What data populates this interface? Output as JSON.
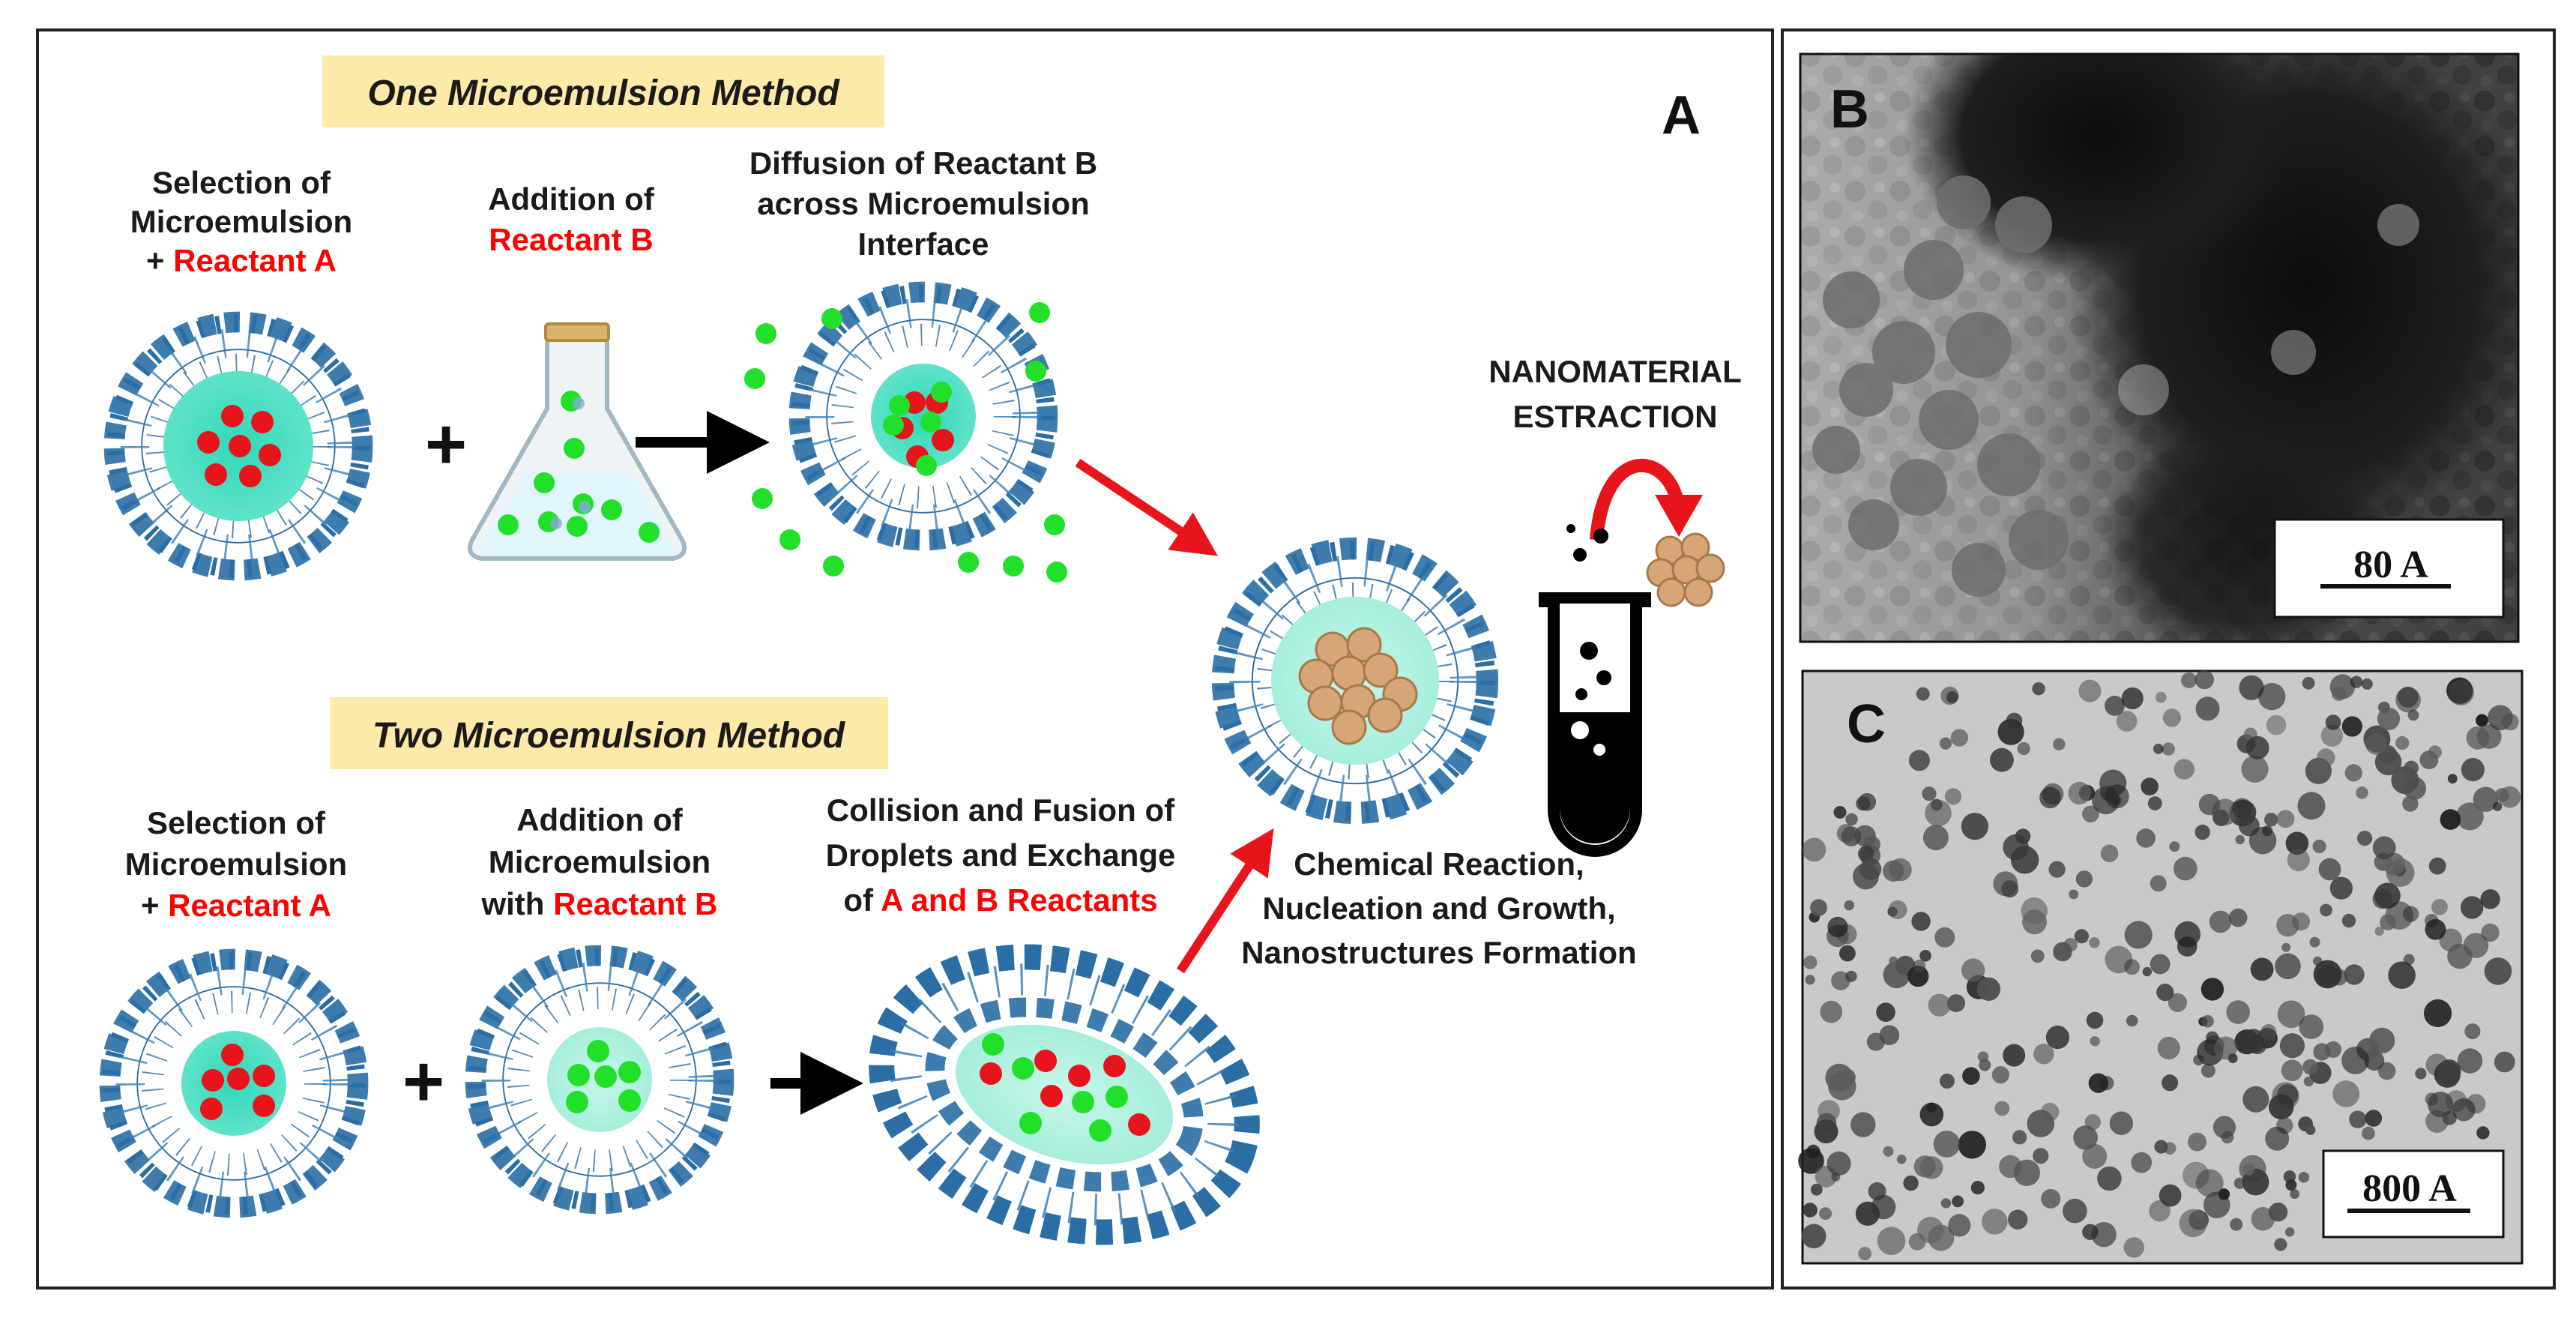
{
  "panel_a": {
    "letter": "A",
    "one_method_title": "One Microemulsion Method",
    "two_method_title": "Two Microemulsion Method",
    "step1_top": {
      "line1": "Selection of",
      "line2": "Microemulsion",
      "line3_prefix": "+ ",
      "line3_red": "Reactant A"
    },
    "step2_top": {
      "line1": "Addition of",
      "line2_red": "Reactant B"
    },
    "step3_top": {
      "line1": "Diffusion of Reactant B",
      "line2": "across Microemulsion",
      "line3": "Interface"
    },
    "step1_bottom": {
      "line1": "Selection of",
      "line2": "Microemulsion",
      "line3_prefix": "+ ",
      "line3_red": "Reactant A"
    },
    "step2_bottom": {
      "line1": "Addition of",
      "line2": "Microemulsion",
      "line3_prefix": "with ",
      "line3_red": "Reactant B"
    },
    "step3_bottom": {
      "line1": "Collision and Fusion of",
      "line2": "Droplets and Exchange",
      "line3_prefix": "of ",
      "line3_red": "A and B Reactants"
    },
    "reaction": {
      "line1": "Chemical Reaction,",
      "line2": "Nucleation and Growth,",
      "line3": "Nanostructures Formation"
    },
    "extraction": {
      "line1": "NANOMATERIAL",
      "line2": "ESTRACTION"
    },
    "plus_sign": "+",
    "colors": {
      "reactant_a": "#e8141b",
      "reactant_b": "#22e02a",
      "surfactant": "#2a6ea5",
      "core": "#40dbbf",
      "title_bg": "#fde9a8"
    }
  },
  "panel_b": {
    "letter": "B",
    "scale_label": "80 A"
  },
  "panel_c": {
    "letter": "C",
    "scale_label": "800 A"
  }
}
